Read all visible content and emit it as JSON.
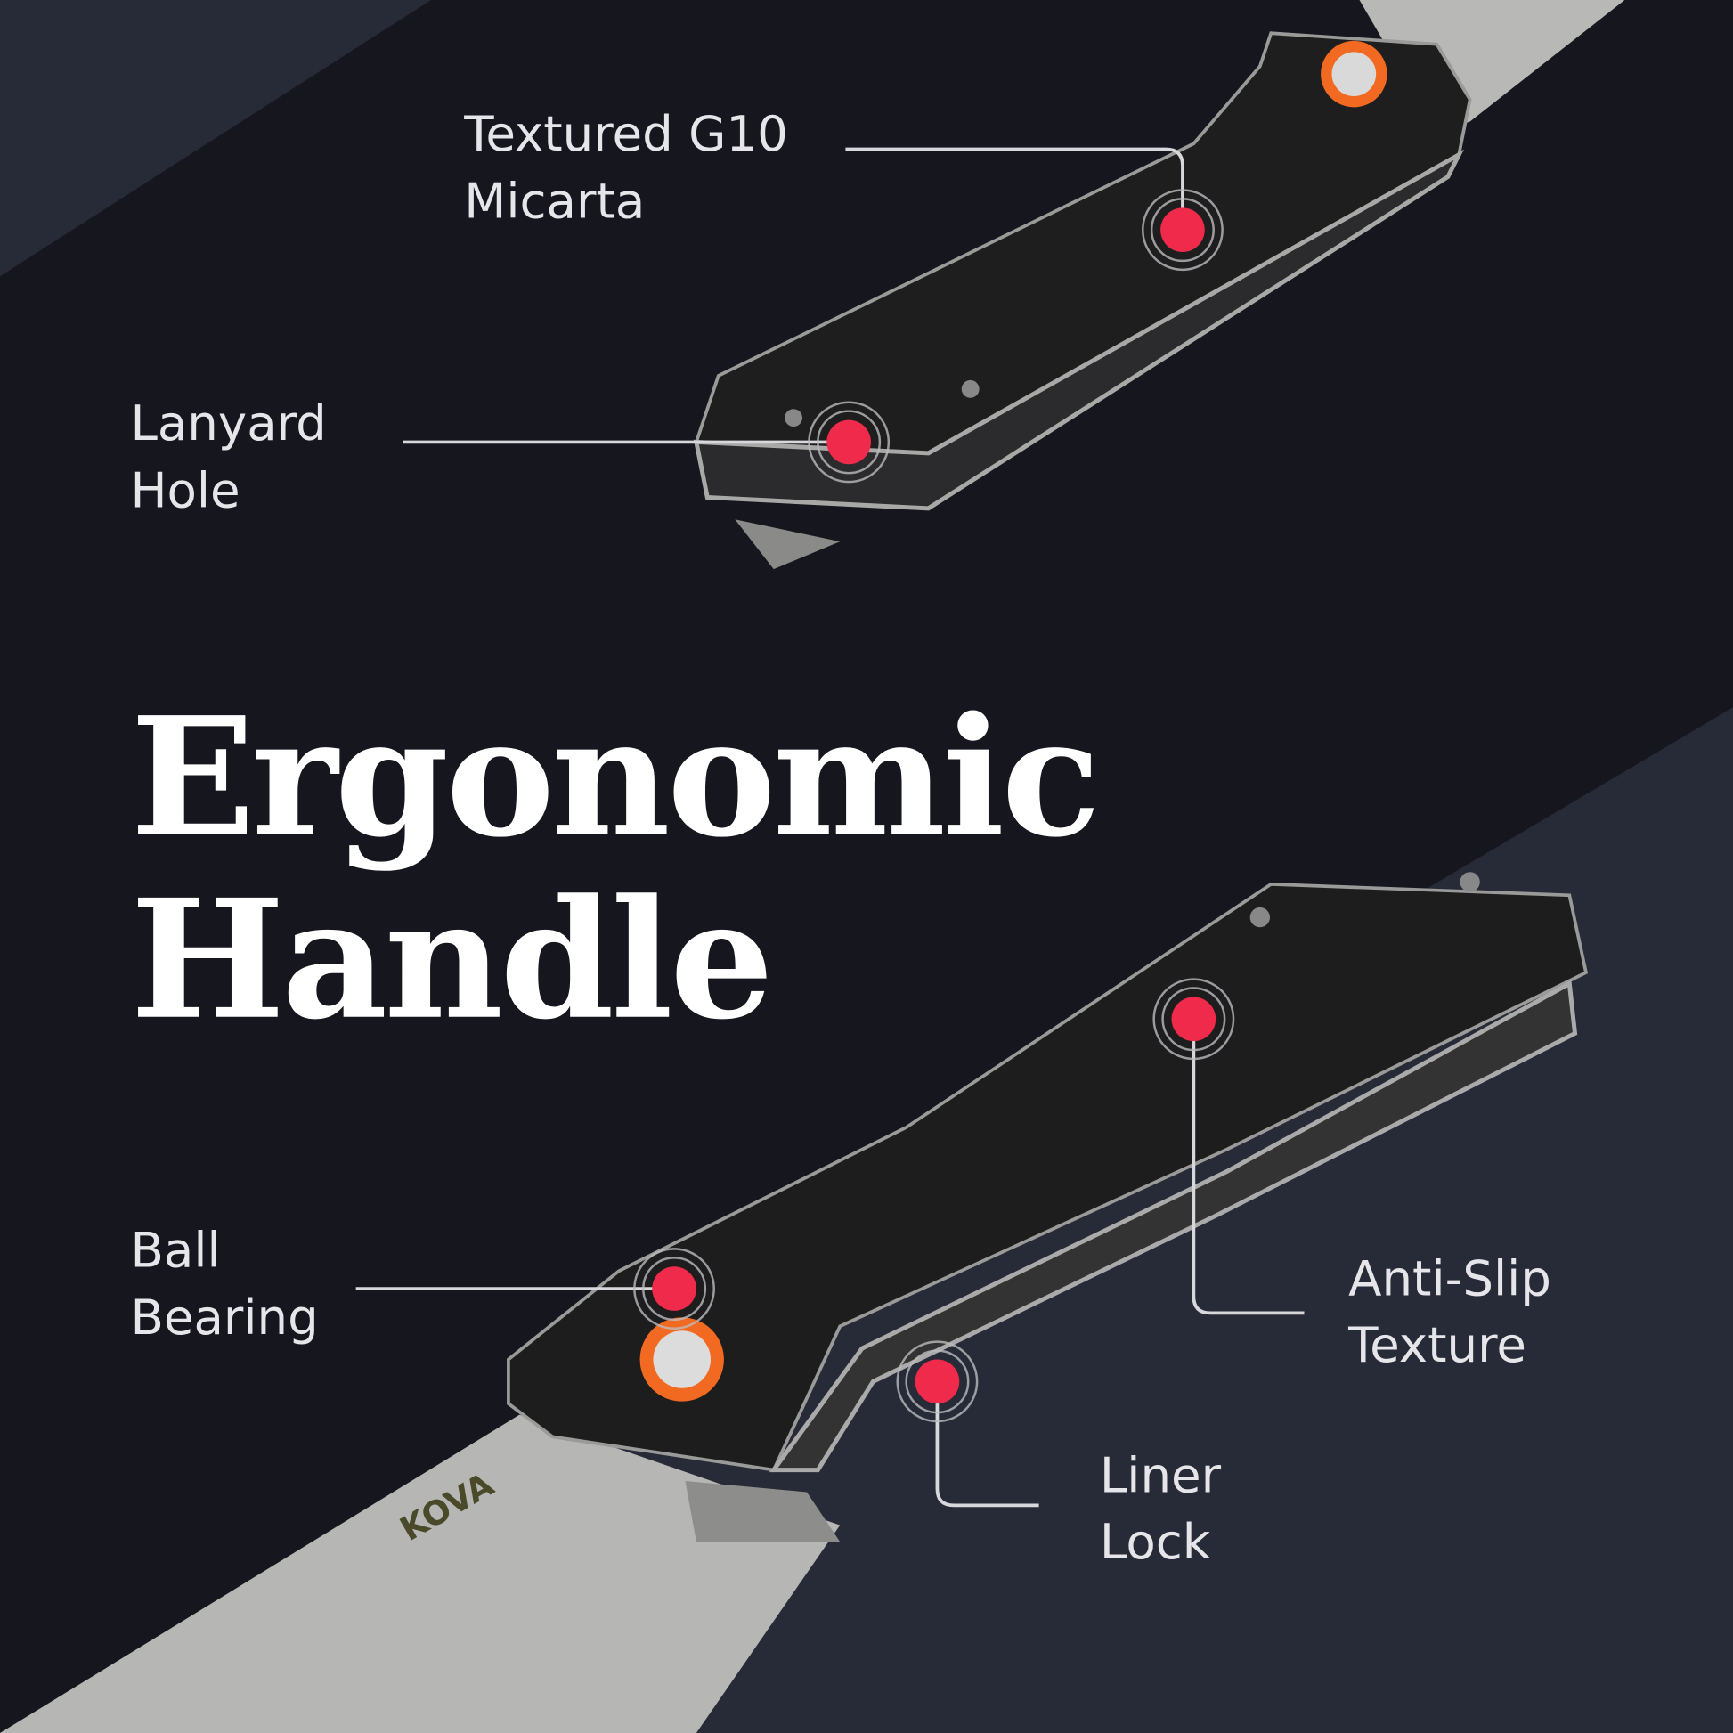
{
  "title": {
    "line1": "Ergonomic",
    "line2": "Handle"
  },
  "callouts": [
    {
      "line1": "Textured G10",
      "line2": "Micarta"
    },
    {
      "line1": "Lanyard",
      "line2": "Hole"
    },
    {
      "line1": "Ball",
      "line2": "Bearing"
    },
    {
      "line1": "Anti-Slip",
      "line2": "Texture"
    },
    {
      "line1": "Liner",
      "line2": "Lock"
    }
  ],
  "brand": "KOVA",
  "colors": {
    "background": "#16161e",
    "band": "#272b37",
    "accent_dot": "#f02a4b",
    "pivot_ring": "#f26a21"
  }
}
